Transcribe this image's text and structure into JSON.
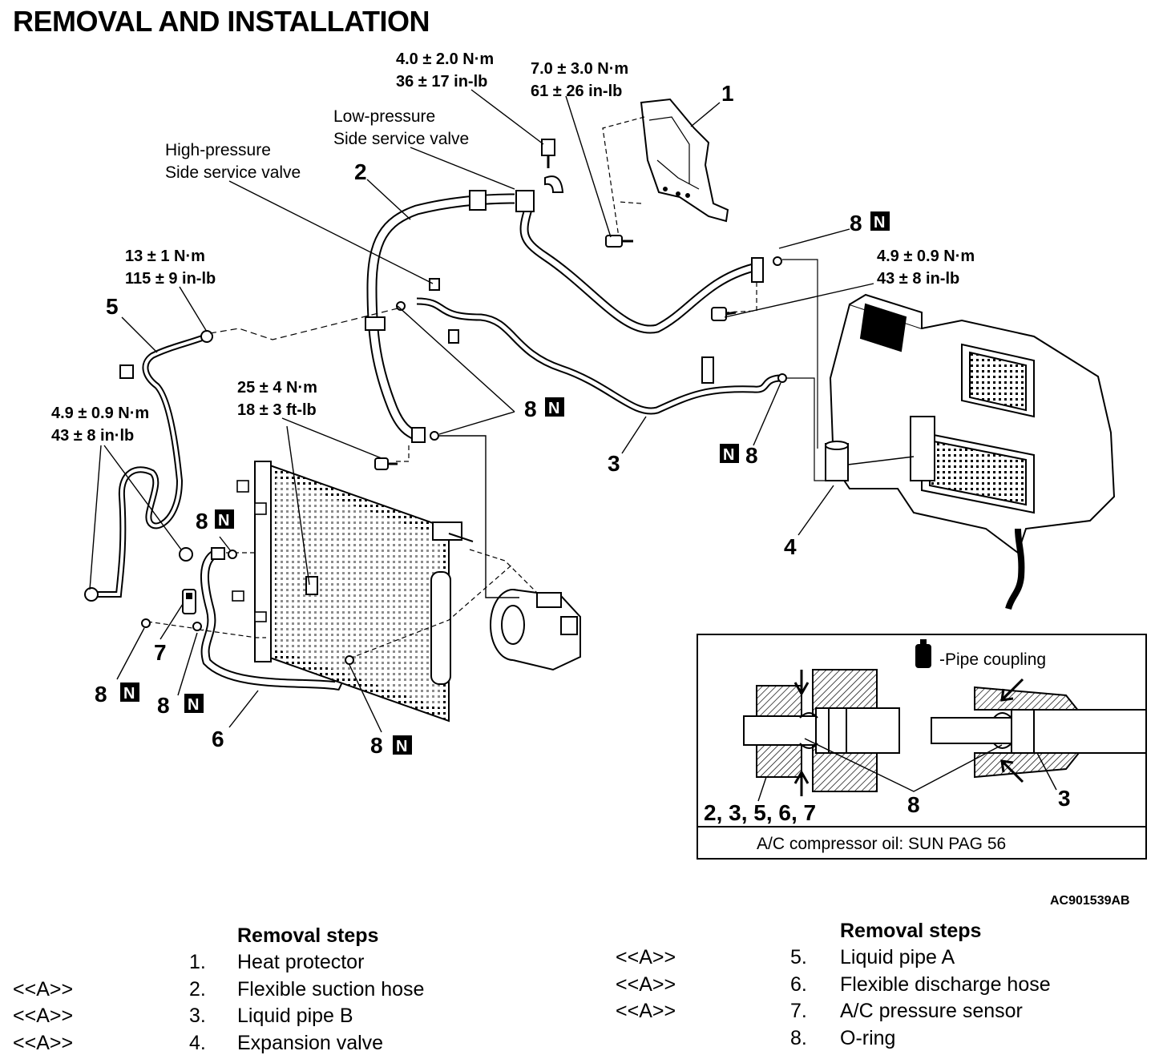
{
  "page": {
    "title": "REMOVAL AND INSTALLATION",
    "figure_id": "AC901539AB"
  },
  "callouts": {
    "torque_top1": [
      "4.0 ± 2.0 N·m",
      "36 ± 17 in-lb"
    ],
    "torque_top2": [
      "7.0 ± 3.0 N·m",
      "61 ± 26 in-lb"
    ],
    "torque_right": [
      "4.9 ± 0.9 N·m",
      "43 ± 8 in-lb"
    ],
    "torque_5": [
      "13 ± 1 N·m",
      "115 ± 9 in-lb"
    ],
    "torque_left": [
      "4.9 ± 0.9 N·m",
      "43 ± 8 in·lb"
    ],
    "torque_mid": [
      "25 ± 4 N·m",
      "18 ± 3 ft-lb"
    ],
    "low_pressure": [
      "Low-pressure",
      "Side service valve"
    ],
    "high_pressure": [
      "High-pressure",
      "Side service valve"
    ]
  },
  "part_numbers": {
    "n1": "1",
    "n2": "2",
    "n3": "3",
    "n4": "4",
    "n5": "5",
    "n6": "6",
    "n7": "7",
    "n8": "8",
    "n_badge": "N"
  },
  "inset": {
    "legend": "-Pipe coupling",
    "label_left": "2, 3, 5, 6, 7",
    "label_mid": "8",
    "label_right": "3",
    "note": "A/C compressor oil: SUN PAG 56"
  },
  "removal_left": {
    "heading": "Removal steps",
    "items": [
      {
        "mark": "",
        "num": "1.",
        "text": "Heat protector"
      },
      {
        "mark": "<<A>>",
        "num": "2.",
        "text": "Flexible suction hose"
      },
      {
        "mark": "<<A>>",
        "num": "3.",
        "text": "Liquid pipe B"
      },
      {
        "mark": "<<A>>",
        "num": "4.",
        "text": "Expansion valve"
      }
    ]
  },
  "removal_right": {
    "heading": "Removal steps",
    "items": [
      {
        "mark": "<<A>>",
        "num": "5.",
        "text": "Liquid pipe A"
      },
      {
        "mark": "<<A>>",
        "num": "6.",
        "text": "Flexible discharge hose"
      },
      {
        "mark": "<<A>>",
        "num": "7.",
        "text": "A/C pressure sensor"
      },
      {
        "mark": "",
        "num": "8.",
        "text": "O-ring"
      }
    ]
  }
}
